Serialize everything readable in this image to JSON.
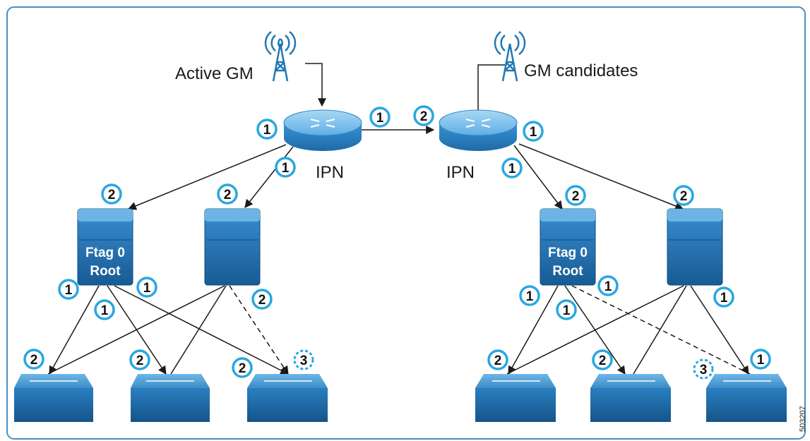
{
  "labels": {
    "active_gm": "Active GM",
    "gm_candidates": "GM candidates",
    "ipn_left": "IPN",
    "ipn_right": "IPN",
    "spine_left_line1": "Ftag 0",
    "spine_left_line2": "Root",
    "spine_right_line1": "Ftag 0",
    "spine_right_line2": "Root",
    "figure_id": "503207"
  },
  "badges": {
    "ipn_left_left": "1",
    "ipn_left_right": "1",
    "ipn_left_bottom": "1",
    "ipn_right_left": "2",
    "ipn_right_right": "1",
    "ipn_right_bottom": "1",
    "spine1_top": "2",
    "spine2_top": "2",
    "spine3_top": "2",
    "spine4_top": "2",
    "spine1_left": "1",
    "spine1_mid": "1",
    "spine1_right": "1",
    "spine2_right": "2",
    "spine3_left": "1",
    "spine3_mid": "1",
    "spine3_right": "1",
    "spine4_right": "1",
    "leaf1": "2",
    "leaf2": "2",
    "leaf3_left": "2",
    "leaf3_passive": "3",
    "leaf4": "2",
    "leaf5": "2",
    "leaf6_passive": "3",
    "leaf6_right": "1"
  },
  "colors": {
    "frame": "#4a8fc0",
    "badge_ring": "#29a7e0",
    "device": "#1f78b4",
    "router": "#3b9ad6",
    "line": "#1a1a1a"
  }
}
